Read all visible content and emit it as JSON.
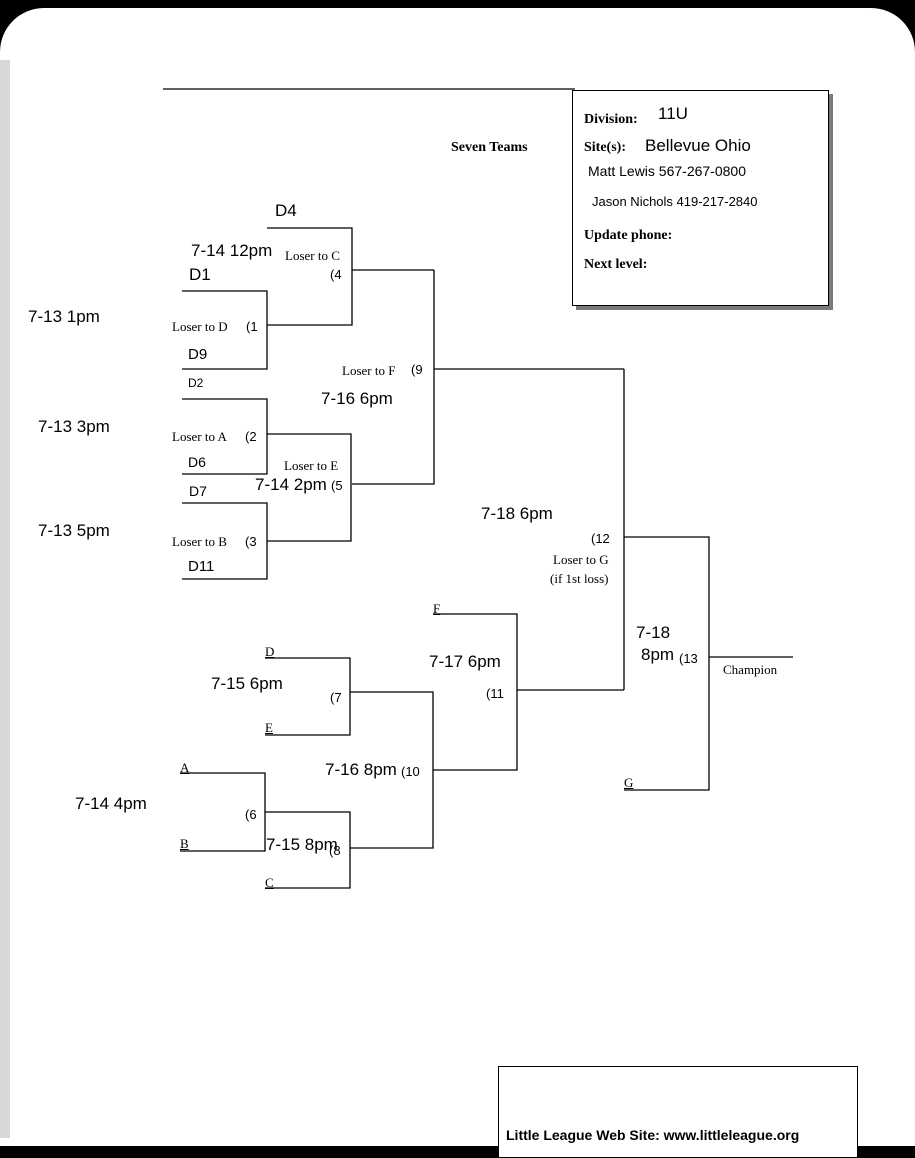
{
  "header": {
    "subtitle": "Seven Teams"
  },
  "info": {
    "division_label": "Division:",
    "division_value": "11U",
    "site_label": "Site(s):",
    "site_value": "Bellevue Ohio",
    "contact1": "Matt Lewis 567-267-0800",
    "contact2": "Jason Nichols 419-217-2840",
    "update_label": "Update phone:",
    "next_label": "Next level:"
  },
  "times": {
    "t713_1": "7-13  1pm",
    "t713_3": "7-13 3pm",
    "t713_5": "7-13  5pm",
    "t714_12": "7-14 12pm",
    "t714_2": "7-14 2pm",
    "t714_4": "7-14  4pm",
    "t715_6": "7-15  6pm",
    "t715_8": "7-15 8pm",
    "t716_6": "7-16 6pm",
    "t716_8": "7-16  8pm",
    "t717_6": "7-17 6pm",
    "t718_6": "7-18  6pm",
    "t718_8a": "7-18",
    "t718_8b": "8pm"
  },
  "teams": {
    "d4": "D4",
    "d1": "D1",
    "d9": "D9",
    "d2": "D2",
    "d6": "D6",
    "d7": "D7",
    "d11": "D11",
    "a": "A",
    "b": "B",
    "c": "C",
    "d": "D",
    "e": "E",
    "f": "F",
    "g": "G"
  },
  "games": {
    "g1": "(1",
    "g2": "(2",
    "g3": "(3",
    "g4": "(4",
    "g5": "(5",
    "g6": "(6",
    "g7": "(7",
    "g8": "(8",
    "g9": "(9",
    "g10": "(10",
    "g11": "(11",
    "g12": "(12",
    "g13": "(13"
  },
  "losers": {
    "c": "Loser to C",
    "d": "Loser to D",
    "a": "Loser to A",
    "e": "Loser to E",
    "b": "Loser to B",
    "f": "Loser to F",
    "g": "Loser to G",
    "g_note": "(if 1st loss)"
  },
  "champion": "Champion",
  "footer": {
    "website": "Little League Web Site: www.littleleague.org"
  }
}
